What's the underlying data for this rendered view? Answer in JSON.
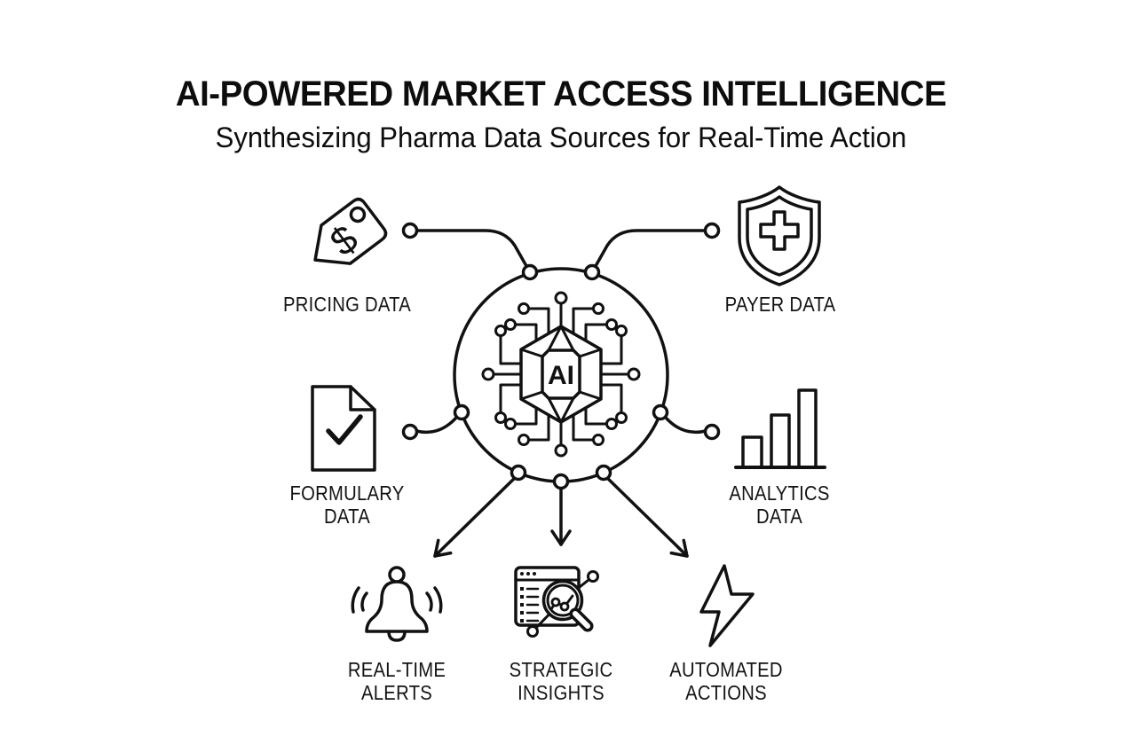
{
  "title": "AI-POWERED MARKET ACCESS INTELLIGENCE",
  "subtitle": "Synthesizing Pharma Data Sources for Real-Time Action",
  "hub": {
    "label": "AI",
    "icon": "ai-chip-icon"
  },
  "data_sources": [
    {
      "id": "pricing",
      "label": "PRICING DATA",
      "icon": "price-tag-icon",
      "symbol": "$"
    },
    {
      "id": "payer",
      "label": "PAYER DATA",
      "icon": "medical-shield-icon"
    },
    {
      "id": "formulary",
      "label": "FORMULARY\nDATA",
      "icon": "document-checkmark-icon"
    },
    {
      "id": "analytics",
      "label": "ANALYTICS\nDATA",
      "icon": "bar-chart-icon"
    }
  ],
  "outputs": [
    {
      "id": "alerts",
      "label": "REAL-TIME\nALERTS",
      "icon": "bell-icon"
    },
    {
      "id": "insights",
      "label": "STRATEGIC\nINSIGHTS",
      "icon": "magnifier-chart-icon"
    },
    {
      "id": "actions",
      "label": "AUTOMATED\nACTIONS",
      "icon": "lightning-bolt-icon"
    }
  ],
  "colors": {
    "ink": "#111111",
    "background": "#ffffff"
  }
}
